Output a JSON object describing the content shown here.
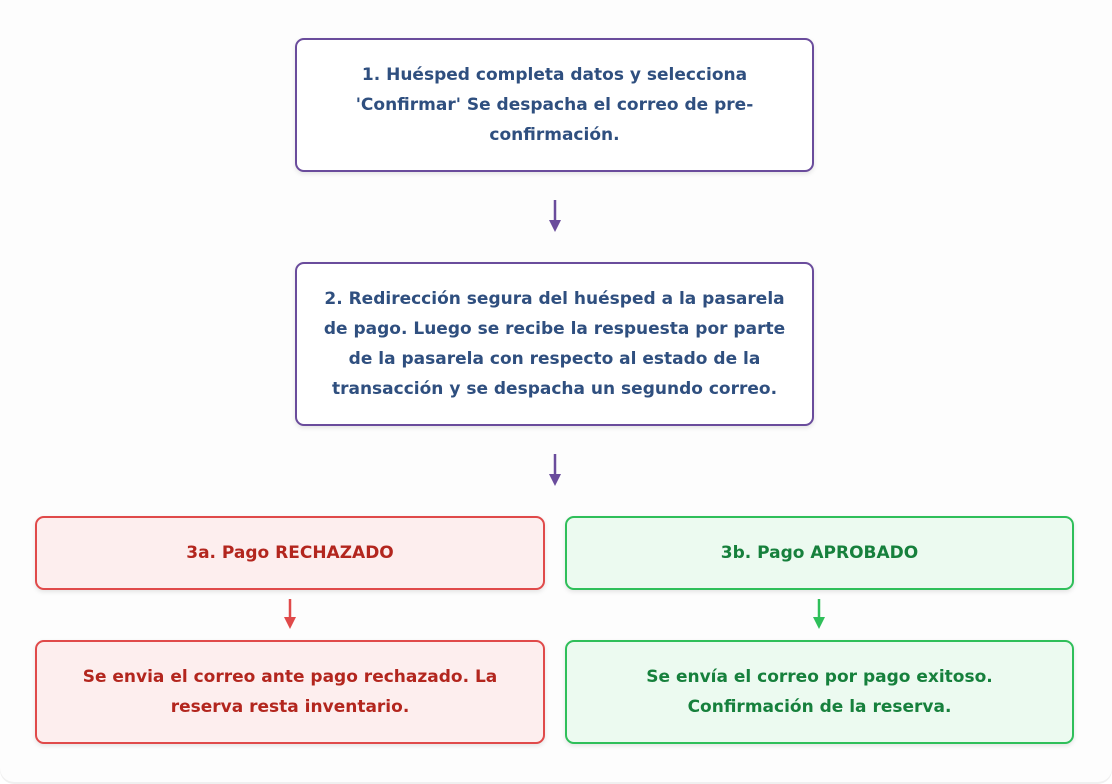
{
  "flow": {
    "step1": {
      "text": "1. Huésped completa datos y selecciona 'Confirmar' Se despacha el correo de pre-confirmación."
    },
    "step2": {
      "text": "2. Redirección segura del huésped a la pasarela de pago. Luego se recibe la respuesta por parte de la pasarela con respecto al estado de la transacción y se despacha un segundo correo."
    },
    "rejected": {
      "title": "3a. Pago RECHAZADO",
      "result": "Se envia el correo ante pago rechazado. La reserva resta inventario."
    },
    "approved": {
      "title": "3b. Pago APROBADO",
      "result": "Se envía el correo por pago exitoso. Confirmación de la reserva."
    }
  },
  "colors": {
    "purple_border": "#6a4c9c",
    "primary_text": "#2f4f7f",
    "red_border": "#e04a4a",
    "red_fill": "#fdeeee",
    "red_text": "#b3261e",
    "green_border": "#2fbf5a",
    "green_fill": "#ecfaf0",
    "green_text": "#16803c"
  }
}
